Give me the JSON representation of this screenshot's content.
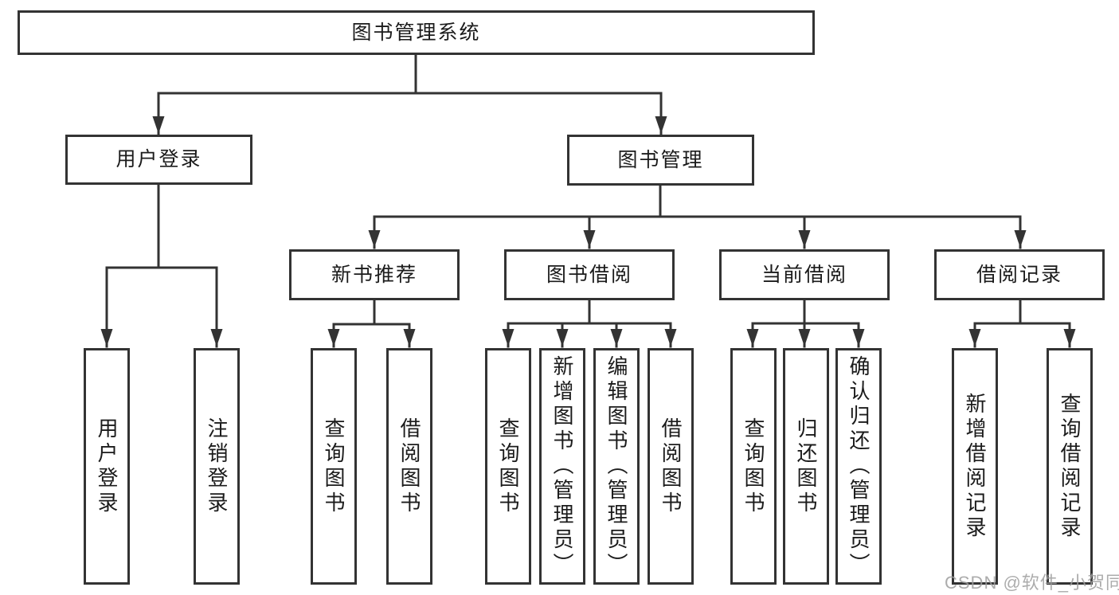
{
  "diagram": {
    "root": {
      "label": "图书管理系统"
    },
    "branches": [
      {
        "label": "用户登录",
        "children": [
          {
            "label": "用户登录"
          },
          {
            "label": "注销登录"
          }
        ]
      },
      {
        "label": "图书管理",
        "children": [
          {
            "label": "新书推荐",
            "children": [
              {
                "label": "查询图书"
              },
              {
                "label": "借阅图书"
              }
            ]
          },
          {
            "label": "图书借阅",
            "children": [
              {
                "label": "查询图书"
              },
              {
                "label": "新增图书（管理员）"
              },
              {
                "label": "编辑图书（管理员）"
              },
              {
                "label": "借阅图书"
              }
            ]
          },
          {
            "label": "当前借阅",
            "children": [
              {
                "label": "查询图书"
              },
              {
                "label": "归还图书"
              },
              {
                "label": "确认归还（管理员）"
              }
            ]
          },
          {
            "label": "借阅记录",
            "children": [
              {
                "label": "新增借阅记录"
              },
              {
                "label": "查询借阅记录"
              }
            ]
          }
        ]
      }
    ]
  },
  "watermark": {
    "text": "CSDN @软件_小贺同学"
  },
  "colors": {
    "line": "#333333",
    "text": "#1b1b1b",
    "background": "#ffffff",
    "watermark": "#9e9e9e"
  }
}
